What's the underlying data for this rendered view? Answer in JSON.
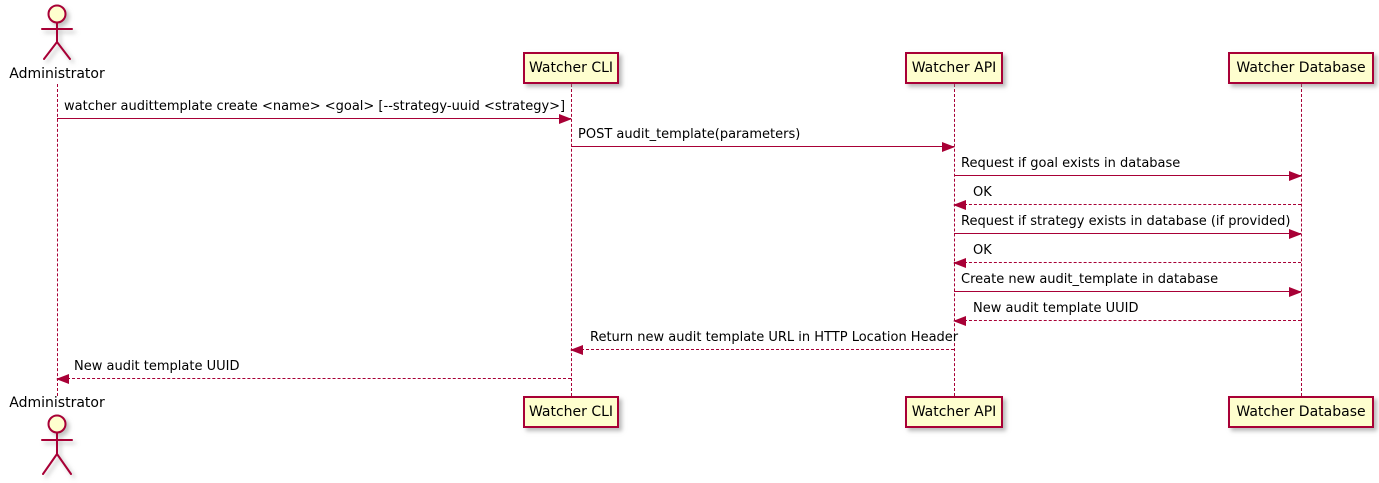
{
  "diagram": {
    "type": "uml-sequence",
    "colors": {
      "accent": "#A80036",
      "participant_fill": "#FEFECE",
      "text": "#000000"
    },
    "actor": {
      "name": "Administrator"
    },
    "participants": [
      {
        "label": "Watcher CLI"
      },
      {
        "label": "Watcher API"
      },
      {
        "label": "Watcher Database"
      }
    ],
    "messages": [
      {
        "from": "Administrator",
        "to": "Watcher CLI",
        "line": "solid",
        "label": "watcher audittemplate create <name> <goal> [--strategy-uuid <strategy>]"
      },
      {
        "from": "Watcher CLI",
        "to": "Watcher API",
        "line": "solid",
        "label": "POST audit_template(parameters)"
      },
      {
        "from": "Watcher API",
        "to": "Watcher Database",
        "line": "solid",
        "label": "Request if goal exists in database"
      },
      {
        "from": "Watcher Database",
        "to": "Watcher API",
        "line": "dashed",
        "label": "OK"
      },
      {
        "from": "Watcher API",
        "to": "Watcher Database",
        "line": "solid",
        "label": "Request if strategy exists in database (if provided)"
      },
      {
        "from": "Watcher Database",
        "to": "Watcher API",
        "line": "dashed",
        "label": "OK"
      },
      {
        "from": "Watcher API",
        "to": "Watcher Database",
        "line": "solid",
        "label": "Create new audit_template in database"
      },
      {
        "from": "Watcher Database",
        "to": "Watcher API",
        "line": "dashed",
        "label": "New audit template UUID"
      },
      {
        "from": "Watcher API",
        "to": "Watcher CLI",
        "line": "dashed",
        "label": "Return new audit template URL in HTTP Location Header"
      },
      {
        "from": "Watcher CLI",
        "to": "Administrator",
        "line": "dashed",
        "label": "New audit template UUID"
      }
    ]
  }
}
